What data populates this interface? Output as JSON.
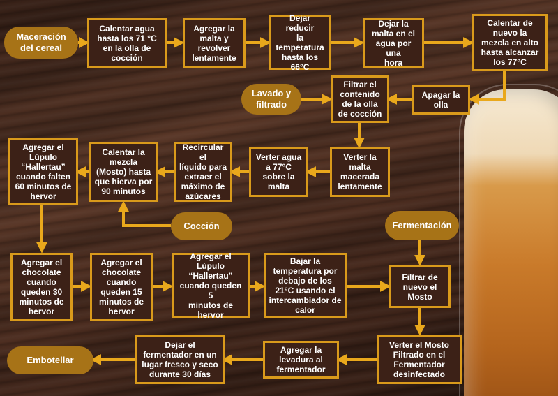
{
  "starts": {
    "maceracion": "Maceración\ndel cereal",
    "lavado": "Lavado y\nfiltrado",
    "coccion": "Cocción",
    "fermentacion": "Fermentación",
    "embotellar": "Embotellar"
  },
  "steps": {
    "s1": "Calentar agua\nhasta los 71 °C\nen la olla de\ncocción",
    "s2": "Agregar la\nmalta y\nrevolver\nlentamente",
    "s3": "Dejar reducir\nla\ntemperatura\nhasta los\n66°C",
    "s4": "Dejar la\nmalta en el\nagua por una\nhora",
    "s5": "Calentar de\nnuevo la\nmezcla en alto\nhasta alcanzar\nlos 77°C",
    "s6": "Apagar la\nolla",
    "s7": "Filtrar el\ncontenido\nde la olla\nde cocción",
    "s8": "Verter la\nmalta\nmacerada\nlentamente",
    "s9": "Verter agua\na 77°C\nsobre la\nmalta",
    "s10": "Recircular el\nlíquido para\nextraer el\nmáximo de\nazúcares",
    "s11": "Calentar la\nmezcla\n(Mosto) hasta\nque hierva por\n90 minutos",
    "s12": "Agregar el\nLúpulo\n“Hallertau”\ncuando falten\n60  minutos de\nhervor",
    "s13": "Agregar el\nchocolate\ncuando\nqueden 30\nminutos de\nhervor",
    "s14": "Agregar el\nchocolate\ncuando\nqueden 15\nminutos de\nhervor",
    "s15": "Agregar el\nLúpulo\n“Hallertau”\ncuando queden 5\nminutos de\nhervor",
    "s16": "Bajar la\ntemperatura por\ndebajo de los\n21°C usando el\nintercambiador de\ncalor",
    "s17": "Filtrar de\nnuevo el\nMosto",
    "s18": "Verter el Mosto\nFiltrado en el\nFermentador\ndesinfectado",
    "s19": "Agregar la\nlevadura al\nfermentador",
    "s20": "Dejar el\nfermentador en un\nlugar fresco y seco\ndurante 30 días"
  },
  "colors": {
    "border": "#d99a1b",
    "pill": "#a77317",
    "arrow": "#e9a81c",
    "box_fill": "#3c2117"
  }
}
